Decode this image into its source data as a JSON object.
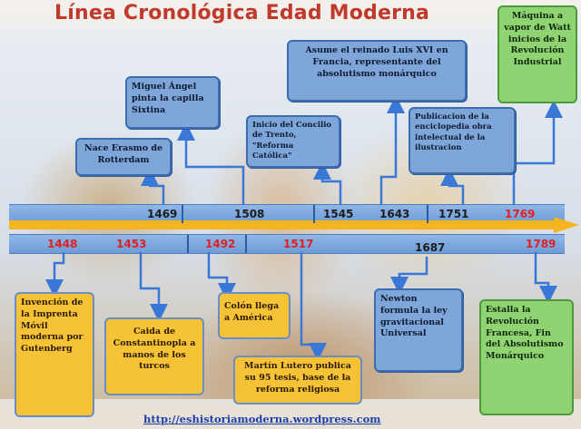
{
  "title": "Línea Cronológica Edad Moderna",
  "url": "http://eshistoriamoderna.wordpress.com",
  "colors": {
    "title": "#c0392b",
    "band": "#7ea6d8",
    "arrow": "#f5b521",
    "year_red": "#e02020",
    "box_blue": "#7ea6d8",
    "box_yellow": "#f6c236",
    "box_green": "#8fd373"
  },
  "upper_years": [
    {
      "label": "1469",
      "red": false
    },
    {
      "label": "1508",
      "red": false
    },
    {
      "label": "1545",
      "red": false
    },
    {
      "label": "1643",
      "red": false
    },
    {
      "label": "1751",
      "red": false
    },
    {
      "label": "1769",
      "red": true
    }
  ],
  "lower_years": [
    {
      "label": "1448",
      "red": true
    },
    {
      "label": "1453",
      "red": true
    },
    {
      "label": "1492",
      "red": true
    },
    {
      "label": "1517",
      "red": true
    },
    {
      "label": "1687",
      "red": false
    },
    {
      "label": "1789",
      "red": true
    }
  ],
  "events_top": [
    {
      "id": "erasmo",
      "text": "Nace Erasmo de Rotterdam"
    },
    {
      "id": "miguel",
      "text": "Miguel Ángel pinta la capilla Sixtina"
    },
    {
      "id": "trento",
      "text": "Inicio del Concilio de Trento, \"Reforma Católica\""
    },
    {
      "id": "luis",
      "text": "Asume el reinado Luis XVI en Francia, representante del absolutismo monárquico"
    },
    {
      "id": "enciclo",
      "text": "Publicacion de la enciclopedia obra intelectual de la ilustracion"
    },
    {
      "id": "vapor",
      "text": "Máquina a vapor de Watt inicios de la Revolución Industrial"
    }
  ],
  "events_bottom": [
    {
      "id": "imprenta",
      "text": "Invención de la Imprenta Móvil moderna por Gutenberg"
    },
    {
      "id": "constantinopla",
      "text": "Caida de Constantinopla a manos de los turcos"
    },
    {
      "id": "colon",
      "text": "Colón llega a América"
    },
    {
      "id": "lutero",
      "text": "Martín Lutero publica su 95 tesis, base de la reforma religiosa"
    },
    {
      "id": "newton",
      "text": "Newton formula la ley gravitacional Universal"
    },
    {
      "id": "revolucion",
      "text": "Estalla la Revolución Francesa, Fin del Absolutismo Monárquico"
    }
  ]
}
